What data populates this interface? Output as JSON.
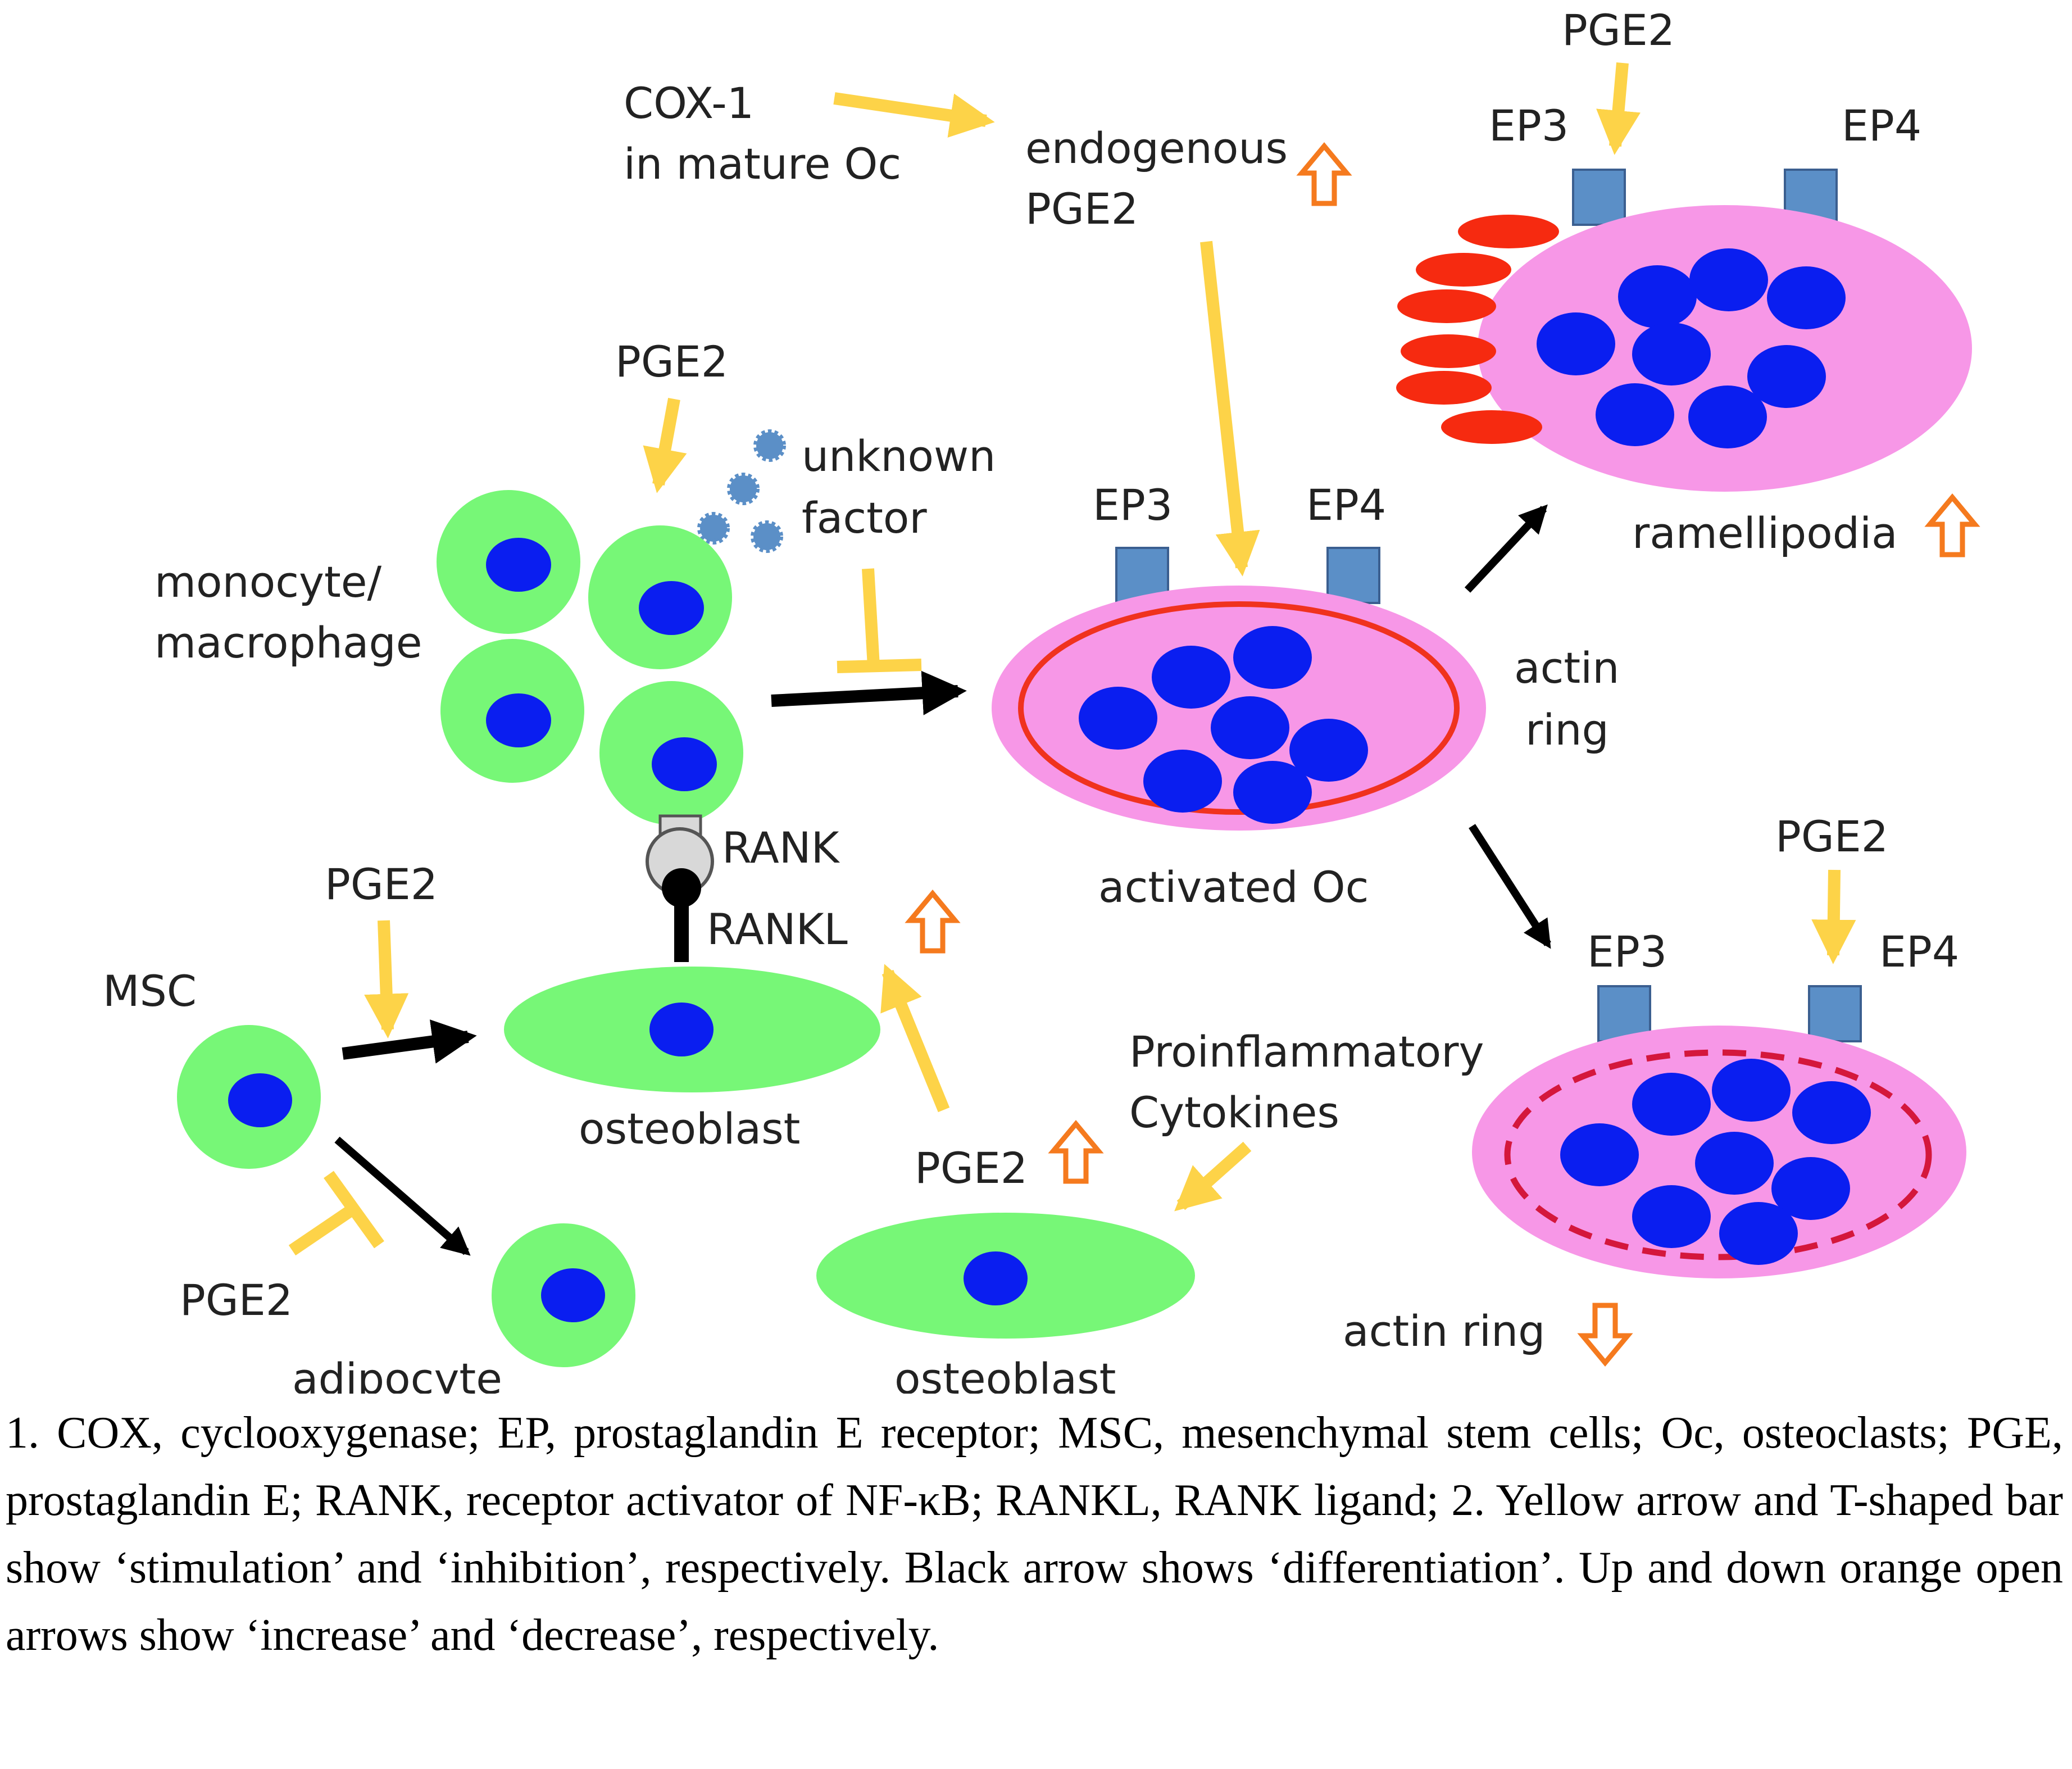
{
  "labels": {
    "cox1_line1": "COX-1",
    "cox1_line2": "in mature Oc",
    "endogenous_line1": "endogenous",
    "endogenous_line2": "PGE2",
    "pge2_top": "PGE2",
    "ep3_top": "EP3",
    "ep4_top": "EP4",
    "ramellipodia": "ramellipodia",
    "pge2_mono": "PGE2",
    "unknown_line1": "unknown",
    "unknown_line2": "factor",
    "monocyte_line1": "monocyte/",
    "monocyte_line2": "macrophage",
    "ep3_mid": "EP3",
    "ep4_mid": "EP4",
    "actin_ring_line1": "actin",
    "actin_ring_line2": "ring",
    "activated_oc": "activated Oc",
    "rank": "RANK",
    "rankl": "RANKL",
    "pge2_msc": "PGE2",
    "msc": "MSC",
    "osteoblast_1": "osteoblast",
    "pge2_inhib": "PGE2",
    "adipocyte": "adipocyte",
    "pge2_ob2": "PGE2",
    "proinflammatory_line1": "Proinflammatory",
    "proinflammatory_line2": "Cytokines",
    "osteoblast_2": "osteoblast",
    "pge2_bottom": "PGE2",
    "ep3_bottom": "EP3",
    "ep4_bottom": "EP4",
    "actin_ring_bottom": "actin ring"
  },
  "colors": {
    "cell_green": "#77f777",
    "nucleus_blue": "#0a1ef0",
    "oc_pink": "#f797e7",
    "actin_red": "#f0321e",
    "lamellipodia_red": "#f62a10",
    "receptor_blue": "#5b8fc7",
    "stim_yellow": "#fdd348",
    "increase_orange": "#f57a1e",
    "differentiation_black": "#000000"
  },
  "caption": "1. COX, cyclooxygenase; EP, prostaglandin E receptor; MSC, mesenchymal stem cells; Oc, osteoclasts; PGE, prostaglandin E; RANK, receptor activator of NF-κB; RANKL, RANK ligand; 2. Yellow arrow and T-shaped bar show ‘stimulation’ and ‘inhibition’, respectively. Black arrow shows ‘differentiation’.  Up and down orange open arrows show ‘increase’ and ‘decrease’, respectively."
}
